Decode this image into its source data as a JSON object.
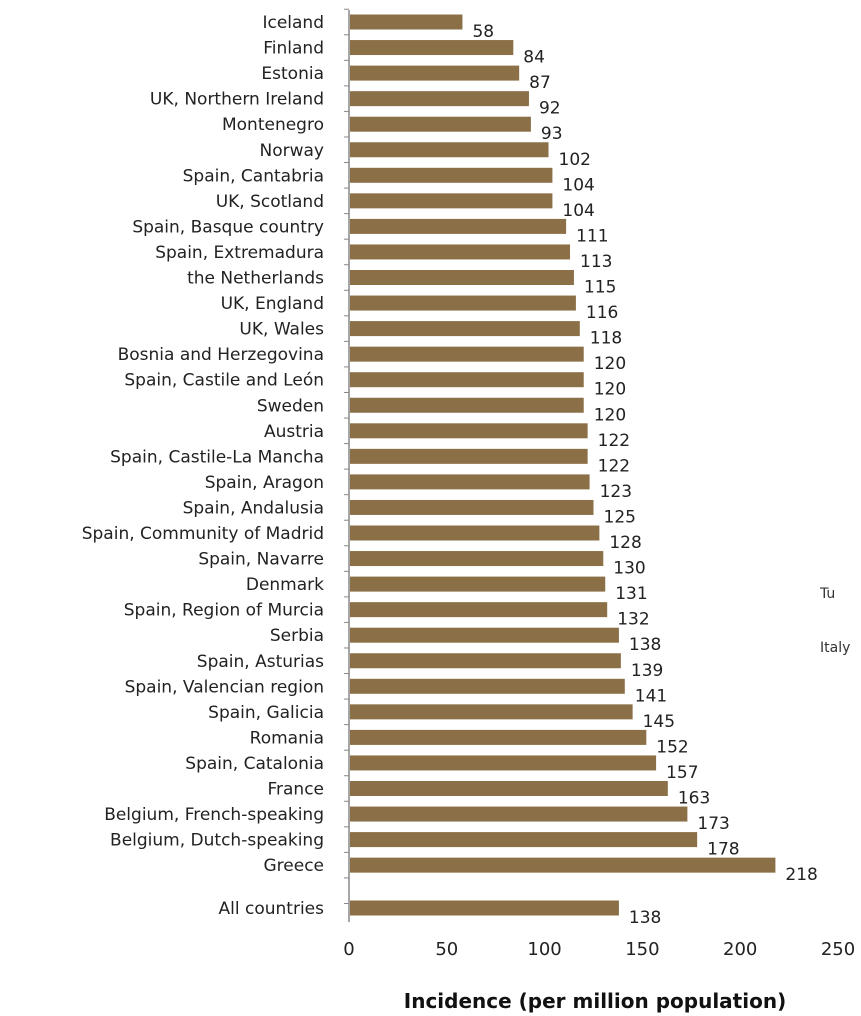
{
  "chart_data": {
    "type": "bar",
    "orientation": "horizontal",
    "categories": [
      "Iceland",
      "Finland",
      "Estonia",
      "UK, Northern Ireland",
      "Montenegro",
      "Norway",
      "Spain, Cantabria",
      "UK, Scotland",
      "Spain, Basque country",
      "Spain, Extremadura",
      "the Netherlands",
      "UK, England",
      "UK, Wales",
      "Bosnia and Herzegovina",
      "Spain, Castile and León",
      "Sweden",
      "Austria",
      "Spain, Castile-La Mancha",
      "Spain, Aragon",
      "Spain, Andalusia",
      "Spain, Community of Madrid",
      "Spain, Navarre",
      "Denmark",
      "Spain, Region of Murcia",
      "Serbia",
      "Spain, Asturias",
      "Spain, Valencian region",
      "Spain, Galicia",
      "Romania",
      "Spain, Catalonia",
      "France",
      "Belgium, French-speaking",
      "Belgium, Dutch-speaking",
      "Greece"
    ],
    "values": [
      58,
      84,
      87,
      92,
      93,
      102,
      104,
      104,
      111,
      113,
      115,
      116,
      118,
      120,
      120,
      120,
      122,
      122,
      123,
      125,
      128,
      130,
      131,
      132,
      138,
      139,
      141,
      145,
      152,
      157,
      163,
      173,
      178,
      218
    ],
    "summary": {
      "label": "All countries",
      "value": 138
    },
    "xlabel": "Incidence (per million population)",
    "xlim": [
      0,
      250
    ],
    "xticks": [
      0,
      50,
      100,
      150,
      200,
      250
    ],
    "bar_color": "#8b7047",
    "grid": false,
    "cropped_labels": [
      "Tu",
      "Italy"
    ]
  }
}
